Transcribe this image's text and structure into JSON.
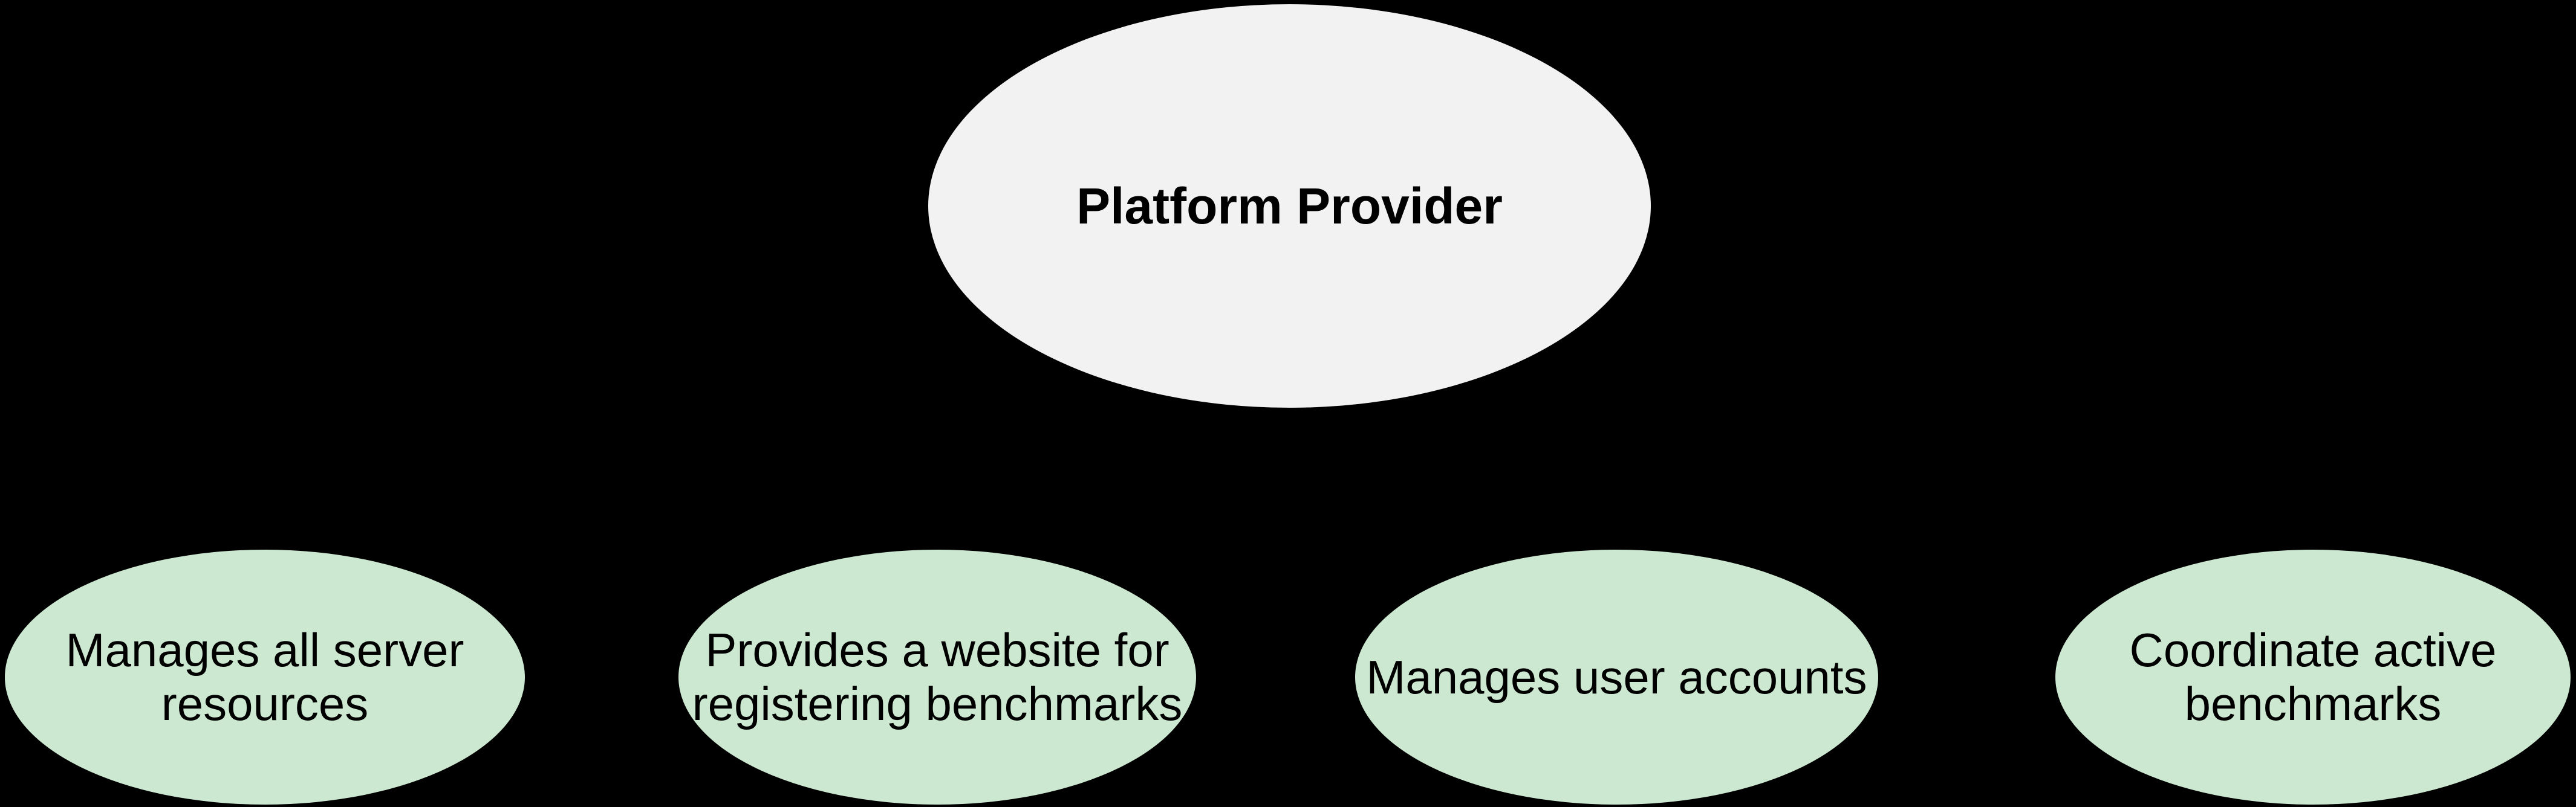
{
  "canvas": {
    "background_color": "#000000",
    "text_color": "#000000"
  },
  "diagram": {
    "type": "use-case-ellipse-diagram",
    "root": {
      "label": "Platform Provider",
      "fill": "#f2f2f2"
    },
    "children": [
      {
        "label": "Manages all server\nresources",
        "fill": "#cce8d0"
      },
      {
        "label": "Provides a website for\nregistering benchmarks",
        "fill": "#cce8d0"
      },
      {
        "label": "Manages user accounts",
        "fill": "#cce8d0"
      },
      {
        "label": "Coordinate active\nbenchmarks",
        "fill": "#cce8d0"
      }
    ]
  }
}
